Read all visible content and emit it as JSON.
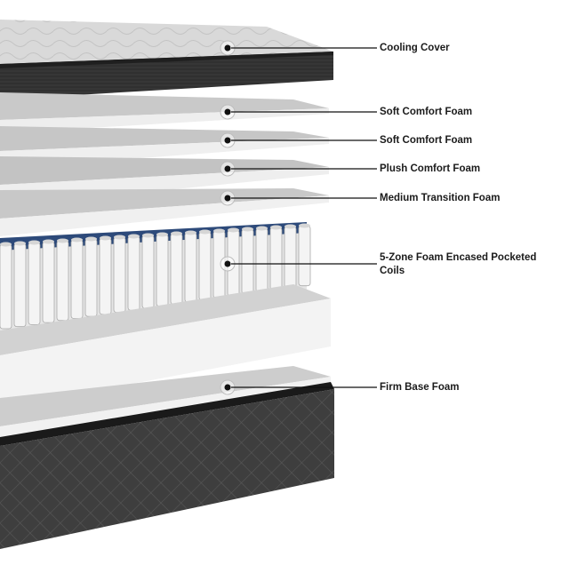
{
  "diagram": {
    "layers": [
      {
        "id": "cooling-cover",
        "label": "Cooling Cover"
      },
      {
        "id": "soft-comfort-foam-1",
        "label": "Soft Comfort Foam"
      },
      {
        "id": "soft-comfort-foam-2",
        "label": "Soft Comfort Foam"
      },
      {
        "id": "plush-comfort-foam",
        "label": "Plush Comfort Foam"
      },
      {
        "id": "medium-transition-foam",
        "label": "Medium Transition Foam"
      },
      {
        "id": "pocketed-coils",
        "label": "5-Zone Foam Encased Pocketed Coils"
      },
      {
        "id": "firm-base-foam",
        "label": "Firm Base Foam"
      }
    ],
    "colors": {
      "quilt_top": "#d9d9d9",
      "cover_band": "#3a3a3a",
      "foam_top": "#c9c9c9",
      "foam_edge": "#f0f0f0",
      "coil": "#f4f4f4",
      "coil_line": "#a9a9a9",
      "coil_accent": "#2d4a7a",
      "base_fabric": "#3e3e3e",
      "callout": "#111111"
    }
  }
}
